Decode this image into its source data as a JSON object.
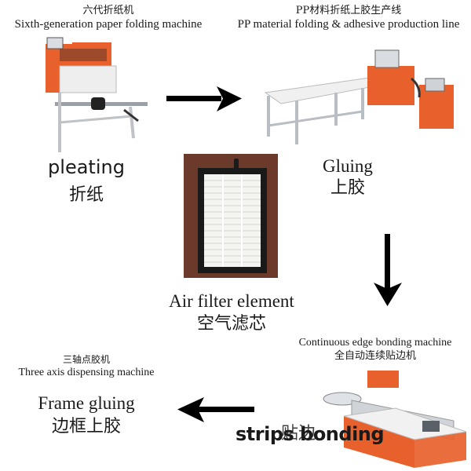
{
  "diagram": {
    "type": "process-flow",
    "steps": [
      {
        "id": "folding",
        "machine_zh": "六代折纸机",
        "machine_en": "Sixth-generation paper folding machine",
        "step_en": "pleating",
        "step_zh": "折纸",
        "image": "paper-folding-machine-photo"
      },
      {
        "id": "gluing",
        "machine_zh": "PP材料折纸上胶生产线",
        "machine_en": "PP material folding & adhesive production line",
        "step_en": "Gluing",
        "step_zh": "上胶",
        "image": "production-line-photo"
      },
      {
        "id": "edge-bonding",
        "machine_en": "Continuous edge bonding machine",
        "machine_zh": "全自动连续贴边机",
        "step_en": "strips bonding",
        "step_zh": "贴边",
        "image": "edge-bonding-machine-photo"
      },
      {
        "id": "frame-gluing",
        "machine_zh": "三轴点胶机",
        "machine_en": "Three axis dispensing machine",
        "step_en": "Frame gluing",
        "step_zh": "边框上胶"
      }
    ],
    "product": {
      "label_en": "Air filter element",
      "label_zh": "空气滤芯",
      "image": "air-filter-photo"
    },
    "arrows": [
      {
        "from": "folding",
        "to": "gluing",
        "direction": "right"
      },
      {
        "from": "gluing",
        "to": "edge-bonding",
        "direction": "down"
      },
      {
        "from": "edge-bonding",
        "to": "frame-gluing",
        "direction": "left"
      }
    ],
    "colors": {
      "machine_orange": "#e8612c",
      "frame_silver": "#c9ccd1",
      "arrow": "#000000",
      "filter_background": "#6b3a2a"
    }
  }
}
